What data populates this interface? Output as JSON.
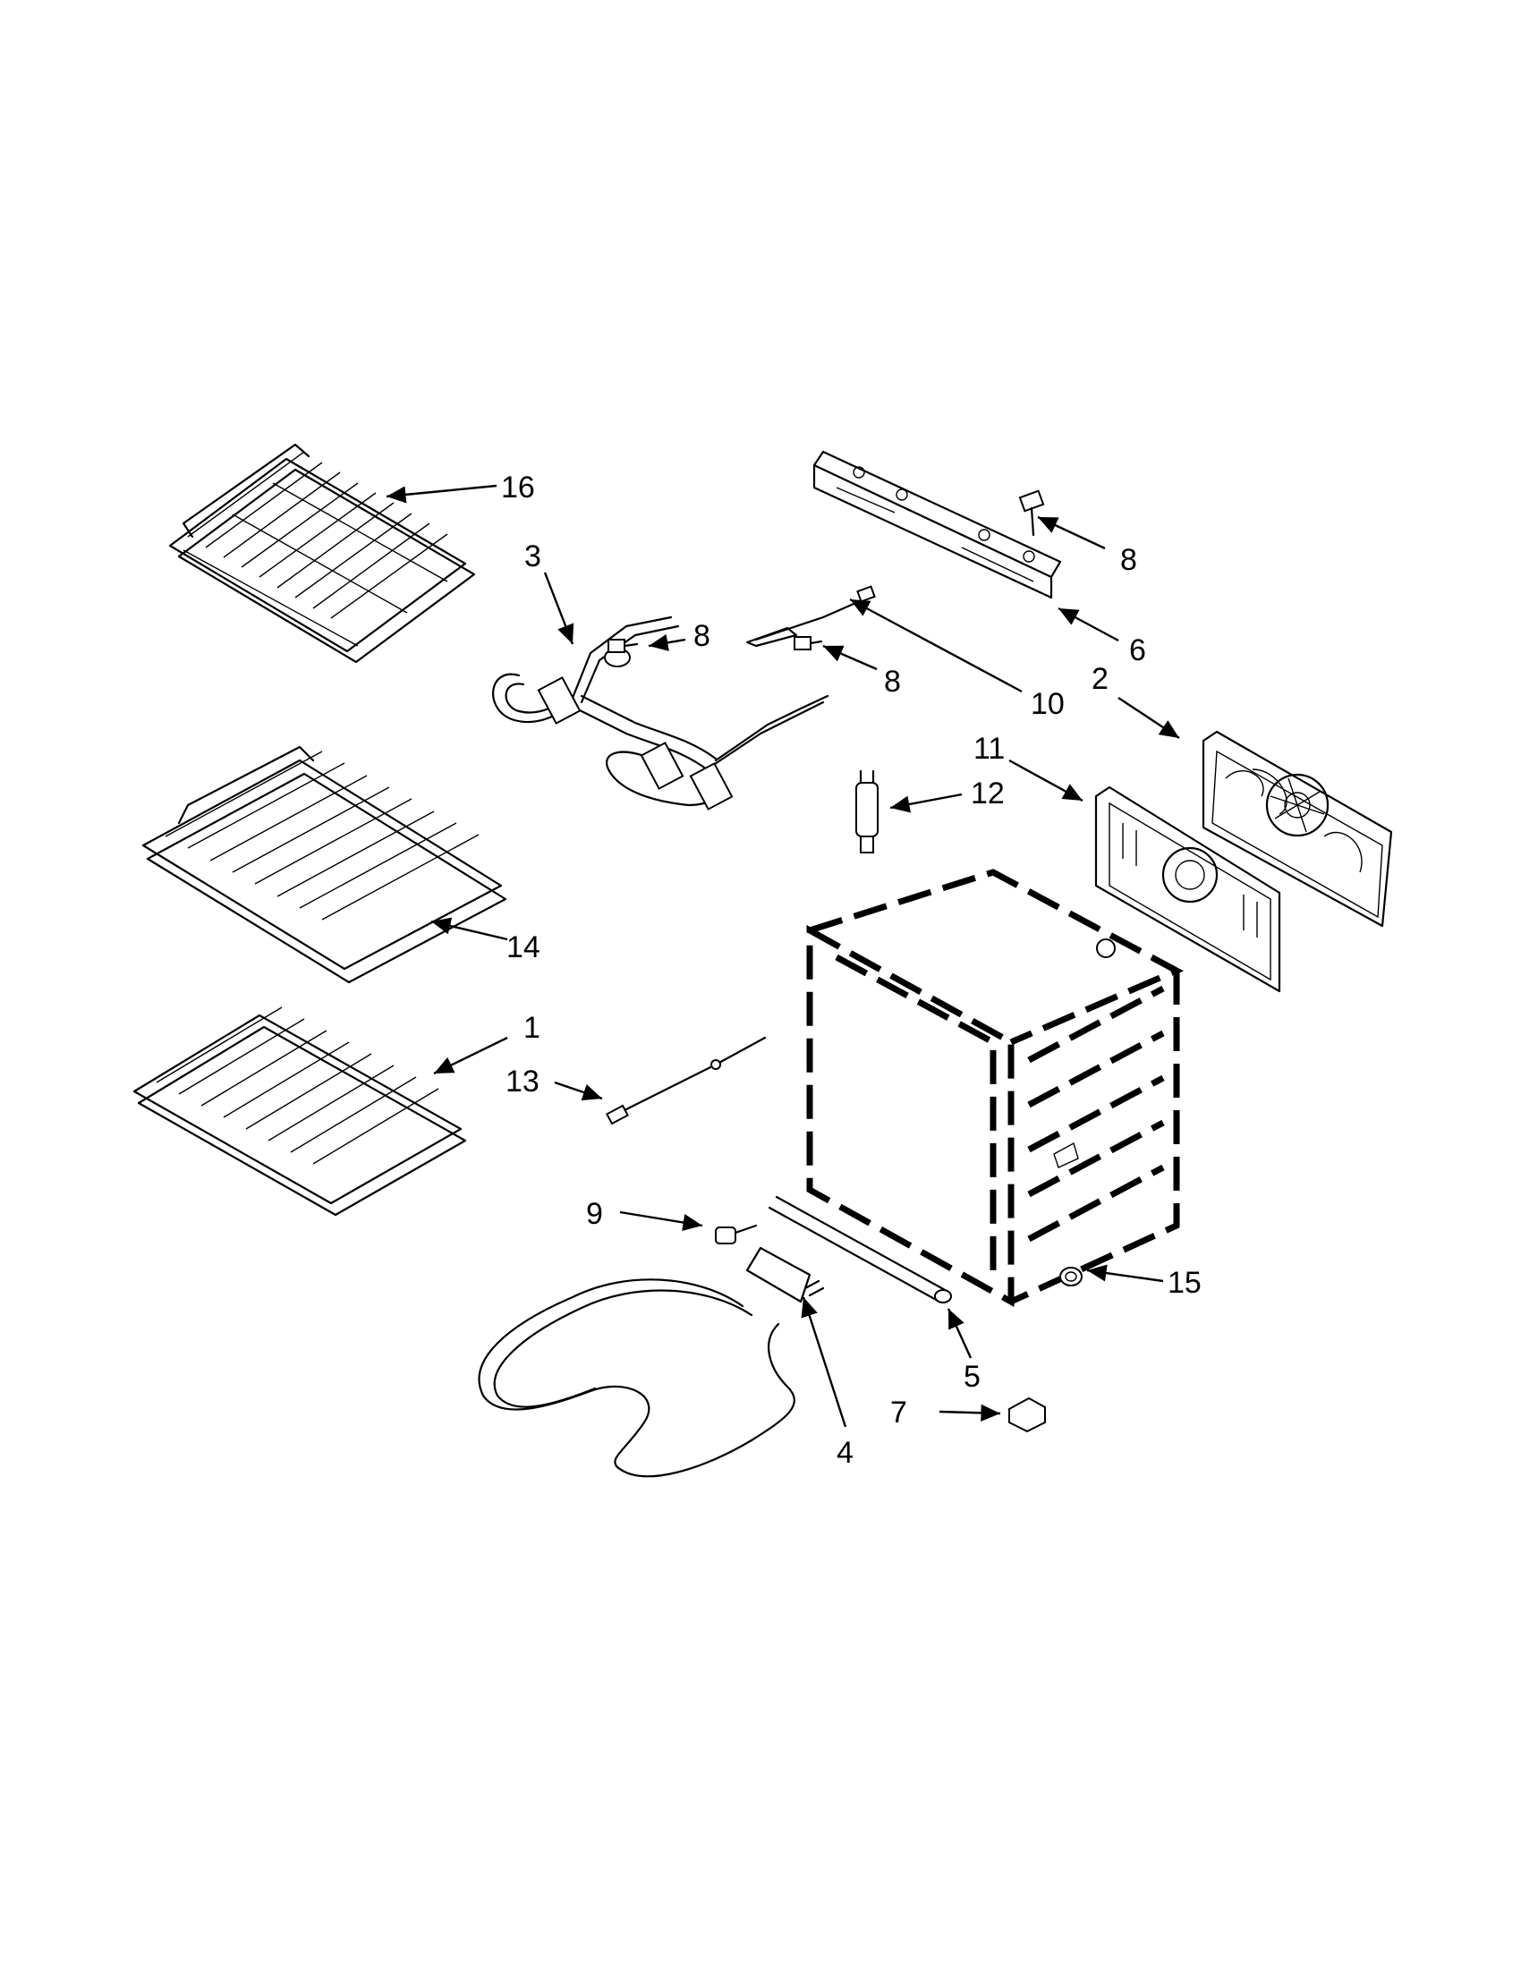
{
  "callouts": [
    {
      "label": "16"
    },
    {
      "label": "3"
    },
    {
      "label": "8"
    },
    {
      "label": "6"
    },
    {
      "label": "8"
    },
    {
      "label": "8"
    },
    {
      "label": "10"
    },
    {
      "label": "2"
    },
    {
      "label": "11"
    },
    {
      "label": "12"
    },
    {
      "label": "14"
    },
    {
      "label": "1"
    },
    {
      "label": "13"
    },
    {
      "label": "9"
    },
    {
      "label": "15"
    },
    {
      "label": "5"
    },
    {
      "label": "7"
    },
    {
      "label": "4"
    }
  ]
}
